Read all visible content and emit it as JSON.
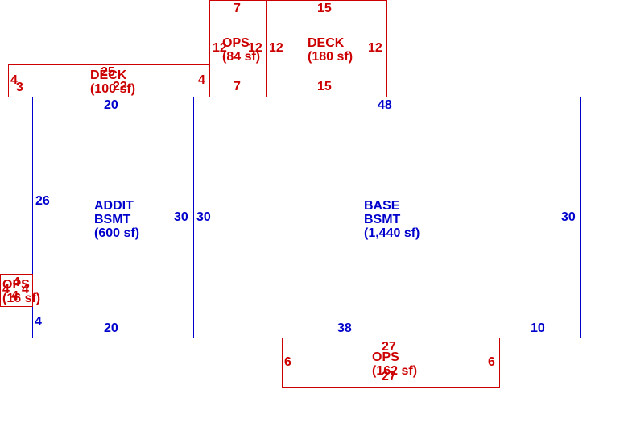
{
  "areas": {
    "base": {
      "name1": "BASE",
      "name2": "BSMT",
      "area": "(1,440 sf)"
    },
    "addit": {
      "name1": "ADDIT",
      "name2": "BSMT",
      "area": "(600 sf)"
    },
    "deck_top": {
      "name": "DECK",
      "area": "(180 sf)"
    },
    "ops_top": {
      "name": "OPS",
      "area": "(84 sf)"
    },
    "deck_left": {
      "name": "DECK",
      "area": "(100 sf)"
    },
    "ops_left": {
      "name": "OPS",
      "area": "(16 sf)"
    },
    "ops_bottom": {
      "name": "OPS",
      "area": "(162 sf)"
    }
  },
  "dims": {
    "base_top": "48",
    "base_left": "30",
    "base_right": "30",
    "base_bottom_a": "38",
    "base_bottom_b": "10",
    "addit_top": "20",
    "addit_left": "26",
    "addit_right": "30",
    "addit_bottom": "20",
    "addit_left_small": "4",
    "deck_top_top": "15",
    "deck_top_bottom": "15",
    "deck_top_left": "12",
    "deck_top_right": "12",
    "ops_top_top": "7",
    "ops_top_bottom": "7",
    "ops_top_left": "12",
    "ops_top_right": "12",
    "deck_left_top": "25",
    "deck_left_bottom": "22",
    "deck_left_left_a": "4",
    "deck_left_left_b": "3",
    "deck_left_right": "4",
    "ops_left_top": "4",
    "ops_left_left": "4",
    "ops_left_right": "4",
    "ops_left_bottom": "4",
    "ops_bottom_top": "27",
    "ops_bottom_bottom": "27",
    "ops_bottom_left": "6",
    "ops_bottom_right": "6"
  }
}
